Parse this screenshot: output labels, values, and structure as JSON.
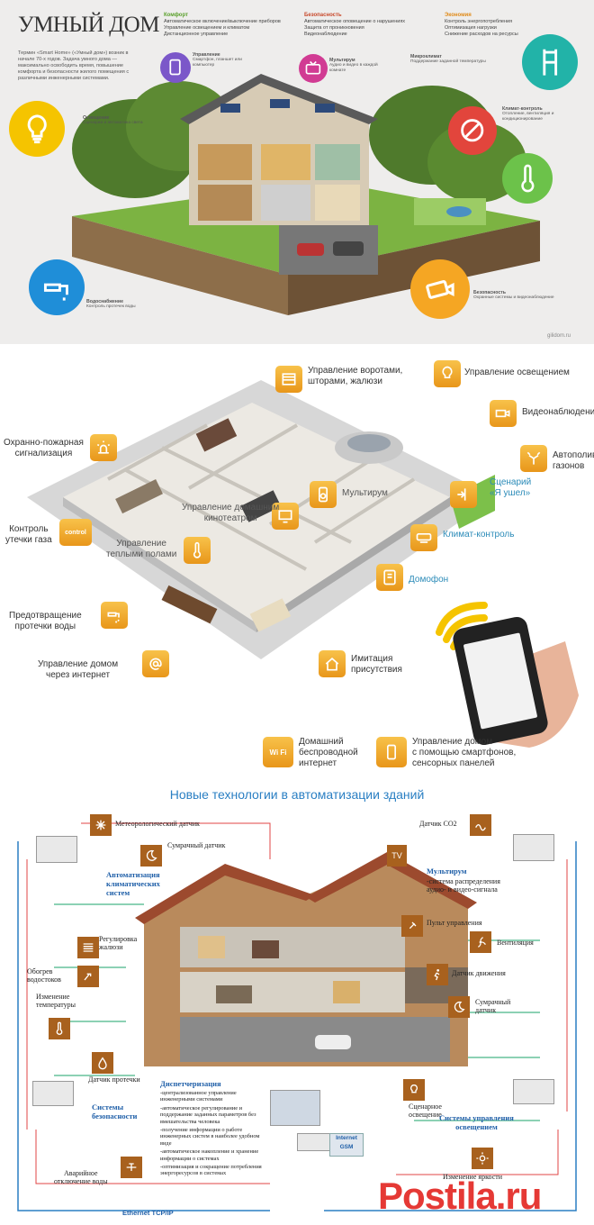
{
  "panel1": {
    "title": "УМНЫЙ ДОМ",
    "header_cols": [
      {
        "head": "Комфорт",
        "lines": [
          "Автоматическое включение/выключение приборов",
          "Управление освещением и климатом",
          "Дистанционное управление"
        ]
      },
      {
        "head": "Безопасность",
        "lines": [
          "Автоматическое оповещение о нарушениях",
          "Защита от проникновения",
          "Видеонаблюдение"
        ]
      },
      {
        "head": "Экономия",
        "lines": [
          "Контроль энергопотребления",
          "Оптимизация нагрузки",
          "Снижение расходов на ресурсы"
        ]
      }
    ],
    "intro": "Термин «Smart Home» («Умный дом») возник в начале 70-х годов. Задача умного дома — максимально освободить время, повышение комфорта и безопасности жилого помещения с различными инженерными системами.",
    "labels": [
      {
        "head": "Управление",
        "text": "Смартфон, планшет или компьютер"
      },
      {
        "head": "Мультирум",
        "text": "Аудио и видео в каждой комнате"
      },
      {
        "head": "Микроклимат",
        "text": "Поддержание заданной температуры"
      },
      {
        "head": "Освещение",
        "text": "Сценарии и автоматика света"
      },
      {
        "head": "Климат-контроль",
        "text": "Отопление, вентиляция и кондиционирование"
      },
      {
        "head": "Водоснабжение",
        "text": "Контроль протечек воды"
      },
      {
        "head": "Безопасность",
        "text": "Охранные системы и видеонаблюдение"
      }
    ],
    "credit": "gilidom.ru"
  },
  "panel2": {
    "features": [
      {
        "key": "gates",
        "label": "Управление воротами,\nшторами, жалюзи"
      },
      {
        "key": "lighting",
        "label": "Управление освещением"
      },
      {
        "key": "video",
        "label": "Видеонаблюдение"
      },
      {
        "key": "lawn",
        "label": "Автополив\nгазонов"
      },
      {
        "key": "scenario",
        "label": "Сценарий\n«Я ушел»"
      },
      {
        "key": "multiroom",
        "label": "Мультирум"
      },
      {
        "key": "cinema",
        "label": "Управление домашним\nкинотеатром"
      },
      {
        "key": "climate",
        "label": "Климат-контроль"
      },
      {
        "key": "intercom",
        "label": "Домофон"
      },
      {
        "key": "fire",
        "label": "Охранно-пожарная\nсигнализация"
      },
      {
        "key": "gas",
        "label": "Контроль\nутечки газа"
      },
      {
        "key": "floor",
        "label": "Управление\nтеплыми полами"
      },
      {
        "key": "leak",
        "label": "Предотвращение\nпротечки воды"
      },
      {
        "key": "internet",
        "label": "Управление домом\nчерез интернет"
      },
      {
        "key": "presence",
        "label": "Имитация\nприсутствия"
      },
      {
        "key": "wifi",
        "label": "Домашний\nбеспроводной\nинтернет"
      },
      {
        "key": "smartphone",
        "label": "Управление домом\nс помощью смартфонов,\nсенсорных панелей"
      }
    ],
    "gas_icon_text": "control",
    "wifi_icon_text": "Wi Fi"
  },
  "panel3": {
    "title": "Новые технологии в автоматизации зданий",
    "labels": [
      {
        "key": "meteo",
        "text": "Метеорологический датчик"
      },
      {
        "key": "twilight_top",
        "text": "Сумрачный датчик"
      },
      {
        "key": "co2",
        "text": "Датчик CO2"
      },
      {
        "key": "blinds",
        "text": "Регулировка\nжалюзи"
      },
      {
        "key": "gutter",
        "text": "Обогрев\nводостоков"
      },
      {
        "key": "temp",
        "text": "Изменение\nтемпературы"
      },
      {
        "key": "leak",
        "text": "Датчик протечки"
      },
      {
        "key": "water_off",
        "text": "Аварийное\nотключение воды"
      },
      {
        "key": "remote",
        "text": "Пульт управления"
      },
      {
        "key": "vent",
        "text": "Вентиляция"
      },
      {
        "key": "motion",
        "text": "Датчик движения"
      },
      {
        "key": "twilight_right",
        "text": "Сумрачный\nдатчик"
      },
      {
        "key": "scene_light",
        "text": "Сценарное\nосвещение"
      },
      {
        "key": "brightness",
        "text": "Изменение яркости"
      }
    ],
    "heads": [
      {
        "key": "climate",
        "text": "Автоматизация\nклиматических\nсистем"
      },
      {
        "key": "multiroom",
        "text": "Мультирум"
      },
      {
        "key": "security",
        "text": "Системы\nбезопасности"
      },
      {
        "key": "lighting",
        "text": "Системы управления\nосвещением"
      },
      {
        "key": "dispatch",
        "text": "Диспетчеризация"
      }
    ],
    "multiroom_text": "-система распределения\nаудио- и видео-сигнала",
    "dispatch_items": [
      "-централизованное управление инженерными системами",
      "-автоматическое регулирование и поддержание заданных параметров без вмешательства человека",
      "-получение информации о работе инженерных систем в наиболее удобном виде",
      "-автоматическое накопление и хранение информации о системах",
      "-оптимизация и сокращение потребления энергоресурсов в системах"
    ],
    "tv_text": "TV",
    "internet_text": "Internet",
    "gsm_text": "GSM",
    "ethernet_text": "Ethernet TCP/IP",
    "watermark": "Postila.ru"
  },
  "colors": {
    "orange": "#f0a828",
    "brown": "#a8611e",
    "blue": "#2a7fc3",
    "yellow_circle": "#f5c400",
    "purple_circle": "#7b57c9",
    "magenta_circle": "#d13b93",
    "teal_circle": "#22b3a8",
    "red_circle": "#e2453c",
    "green_circle": "#6cc24a",
    "blue_circle": "#1f8ed8",
    "amber_circle": "#f5a623",
    "watermark_red": "#e53935"
  }
}
